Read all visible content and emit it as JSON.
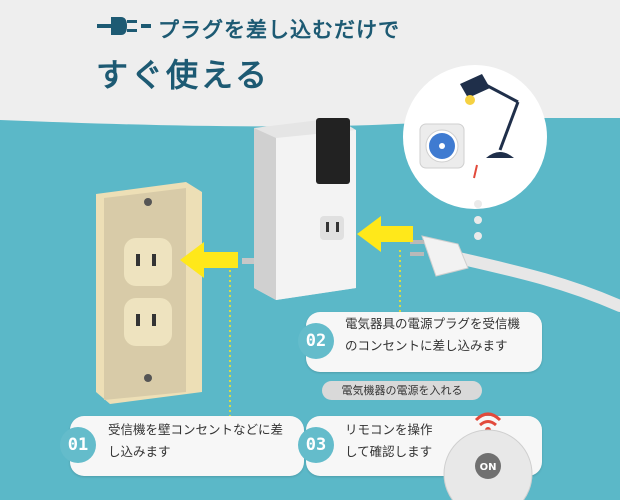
{
  "header": {
    "title_line1": "プラグを差し込むだけで",
    "title_line2": "すぐ使える",
    "logo_icon": "plug-icon"
  },
  "steps": [
    {
      "number": "01",
      "text_line1": "受信機を壁コンセントなどに差",
      "text_line2": "し込みます"
    },
    {
      "number": "02",
      "text_line1": "電気器具の電源プラグを受信機",
      "text_line2": "のコンセントに差し込みます"
    },
    {
      "number": "03",
      "text_line1": "リモコンを操作",
      "text_line2": "して確認します"
    }
  ],
  "pill_label": "電気機器の電源を入れる",
  "remote": {
    "button_label": "ON"
  },
  "colors": {
    "background": "#5bb8c8",
    "header": "#eeeeee",
    "title": "#1d5a73",
    "badge": "#64bccb",
    "arrow": "#ffe81a",
    "outlet": "#e8d8a0",
    "wall_plate": "#d8cba8"
  },
  "icons": [
    "wall-outlet-icon",
    "receiver-icon",
    "plug-cable-icon",
    "desk-lamp-icon",
    "fan-icon",
    "remote-icon",
    "signal-icon",
    "arrow-icon"
  ]
}
